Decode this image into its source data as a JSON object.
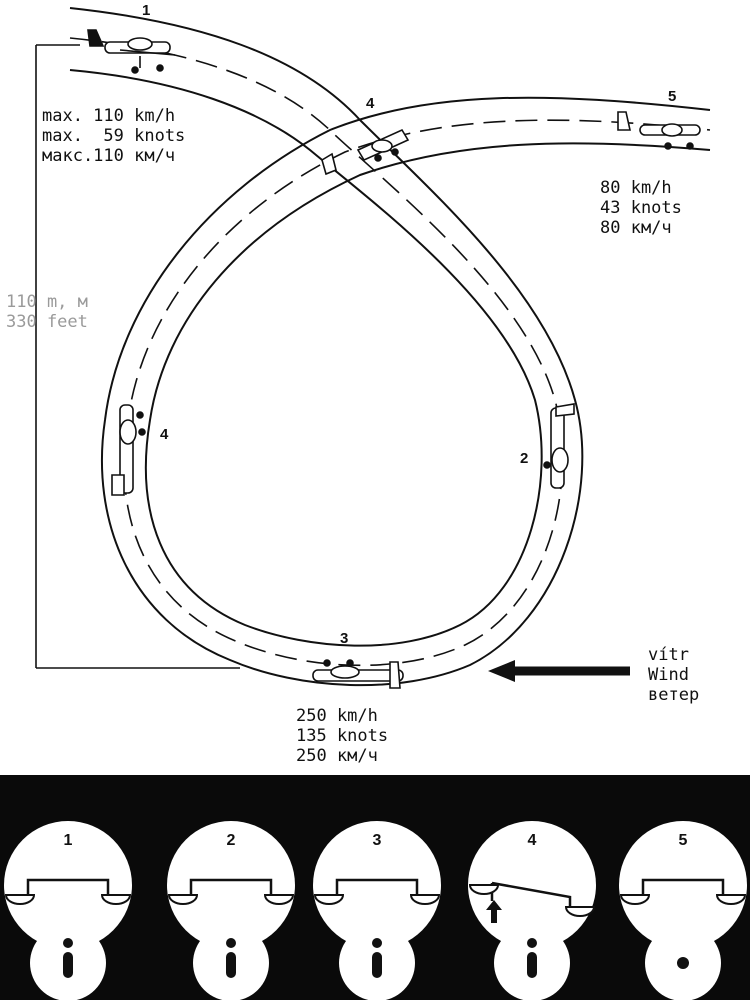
{
  "figure_numbers": {
    "start": "1",
    "right_side": "2",
    "bottom": "3",
    "left_side": "4",
    "top_crossing": "4",
    "exit": "5"
  },
  "entry_speed": {
    "line1": "max. 110 km/h",
    "line2": "max.  59 knots",
    "line3": "макс.110 км/ч"
  },
  "height": {
    "line1": "110 m, м",
    "line2": "330 feet"
  },
  "exit_speed": {
    "line1": "80 km/h",
    "line2": "43 knots",
    "line3": "80 км/ч"
  },
  "bottom_speed": {
    "line1": "250 km/h",
    "line2": "135 knots",
    "line3": "250 км/ч"
  },
  "wind": {
    "line1": "vítr",
    "line2": "Wind",
    "line3": "ветер"
  },
  "gauges": [
    {
      "number": "1",
      "tilted": false,
      "ball": "center",
      "arrow": false
    },
    {
      "number": "2",
      "tilted": false,
      "ball": "center",
      "arrow": false
    },
    {
      "number": "3",
      "tilted": false,
      "ball": "center",
      "arrow": false
    },
    {
      "number": "4",
      "tilted": true,
      "ball": "center",
      "arrow": true
    },
    {
      "number": "5",
      "tilted": false,
      "ball": "dot",
      "arrow": false
    }
  ],
  "colors": {
    "ink": "#111111",
    "panel": "#0a0a0a",
    "paper": "#ffffff"
  }
}
